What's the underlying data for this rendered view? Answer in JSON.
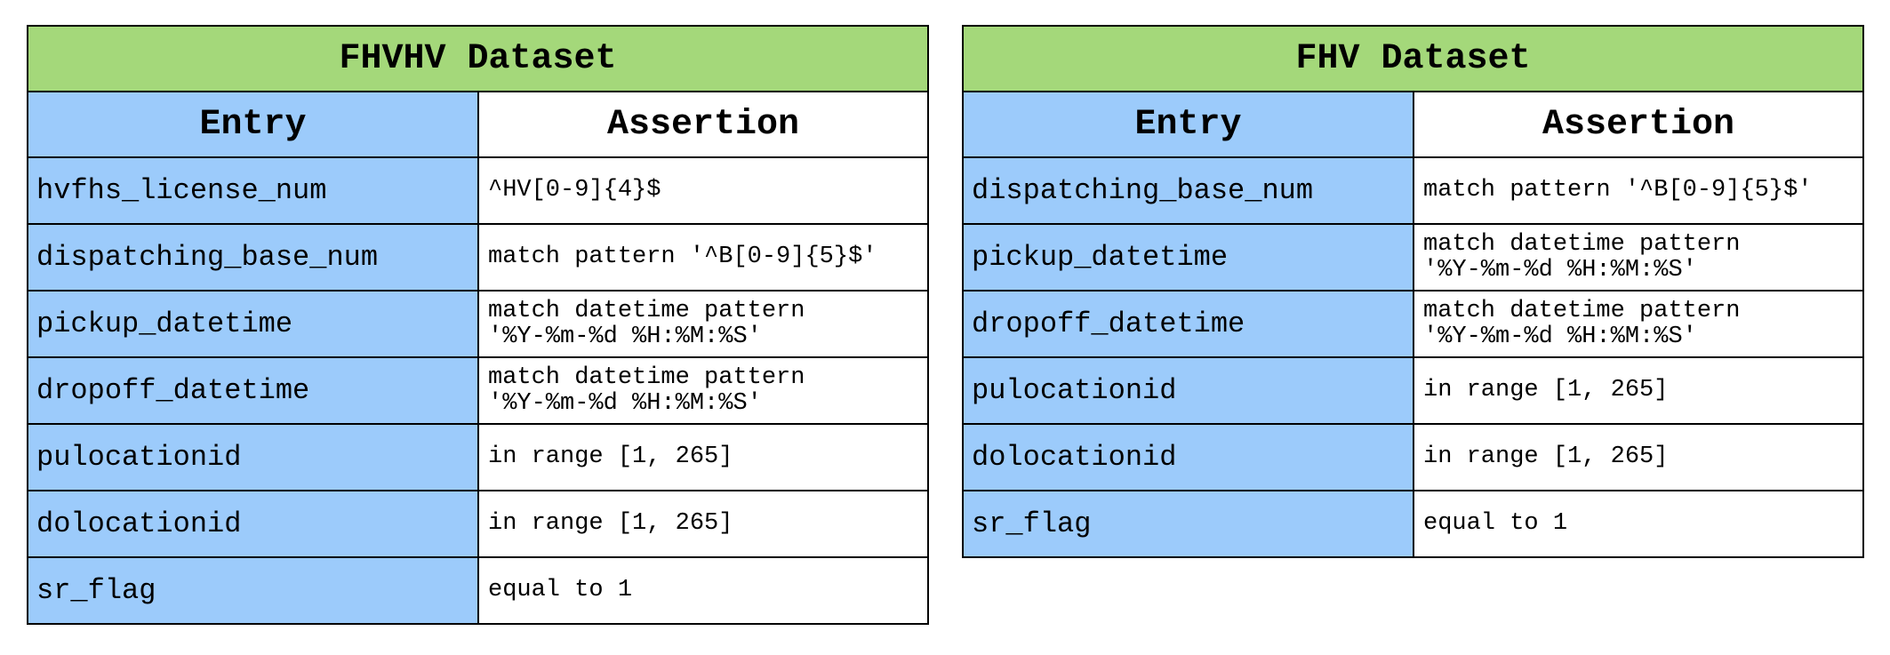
{
  "tables": [
    {
      "title": "FHVHV Dataset",
      "col_entry": "Entry",
      "col_assertion": "Assertion",
      "rows": [
        {
          "entry": "hvfhs_license_num",
          "assertion": "^HV[0-9]{4}$"
        },
        {
          "entry": "dispatching_base_num",
          "assertion": "match pattern '^B[0-9]{5}$'"
        },
        {
          "entry": "pickup_datetime",
          "assertion": "match datetime pattern\n'%Y-%m-%d %H:%M:%S'"
        },
        {
          "entry": "dropoff_datetime",
          "assertion": "match datetime pattern\n'%Y-%m-%d %H:%M:%S'"
        },
        {
          "entry": "pulocationid",
          "assertion": "in range [1, 265]"
        },
        {
          "entry": "dolocationid",
          "assertion": "in range [1, 265]"
        },
        {
          "entry": "sr_flag",
          "assertion": "equal to 1"
        }
      ]
    },
    {
      "title": "FHV Dataset",
      "col_entry": "Entry",
      "col_assertion": "Assertion",
      "rows": [
        {
          "entry": "dispatching_base_num",
          "assertion": "match pattern '^B[0-9]{5}$'"
        },
        {
          "entry": "pickup_datetime",
          "assertion": "match datetime pattern\n'%Y-%m-%d %H:%M:%S'"
        },
        {
          "entry": "dropoff_datetime",
          "assertion": "match datetime pattern\n'%Y-%m-%d %H:%M:%S'"
        },
        {
          "entry": "pulocationid",
          "assertion": "in range [1, 265]"
        },
        {
          "entry": "dolocationid",
          "assertion": "in range [1, 265]"
        },
        {
          "entry": "sr_flag",
          "assertion": "equal to 1"
        }
      ]
    }
  ],
  "colors": {
    "title_bg": "#a4d87a",
    "entry_bg": "#9ccbfb",
    "assertion_bg": "#ffffff"
  }
}
